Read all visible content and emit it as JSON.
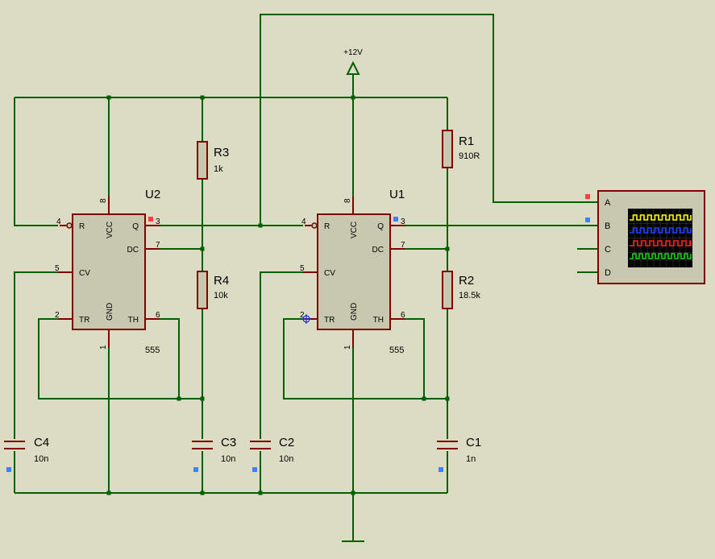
{
  "supply": {
    "label": "+12V"
  },
  "chips": {
    "u2": {
      "ref": "U2",
      "type": "555"
    },
    "u1": {
      "ref": "U1",
      "type": "555"
    },
    "pins": {
      "r": "R",
      "q": "Q",
      "dc": "DC",
      "cv": "CV",
      "tr": "TR",
      "th": "TH",
      "vcc": "VCC",
      "gnd": "GND",
      "n1": "1",
      "n2": "2",
      "n3": "3",
      "n4": "4",
      "n5": "5",
      "n6": "6",
      "n7": "7",
      "n8": "8"
    }
  },
  "resistors": {
    "r1": {
      "ref": "R1",
      "value": "910R"
    },
    "r2": {
      "ref": "R2",
      "value": "18.5k"
    },
    "r3": {
      "ref": "R3",
      "value": "1k"
    },
    "r4": {
      "ref": "R4",
      "value": "10k"
    }
  },
  "capacitors": {
    "c1": {
      "ref": "C1",
      "value": "1n"
    },
    "c2": {
      "ref": "C2",
      "value": "10n"
    },
    "c3": {
      "ref": "C3",
      "value": "10n"
    },
    "c4": {
      "ref": "C4",
      "value": "10n"
    }
  },
  "scope": {
    "channels": [
      "A",
      "B",
      "C",
      "D"
    ],
    "trace_colors": [
      "#ffff00",
      "#2040ff",
      "#ff2020",
      "#20d020"
    ]
  },
  "colors": {
    "background": "#dcdcc4",
    "wire": "#006000",
    "component": "#800000",
    "component_fill": "#c8c8b0",
    "probe_red": "#ff4040",
    "probe_blue": "#4080ff"
  }
}
